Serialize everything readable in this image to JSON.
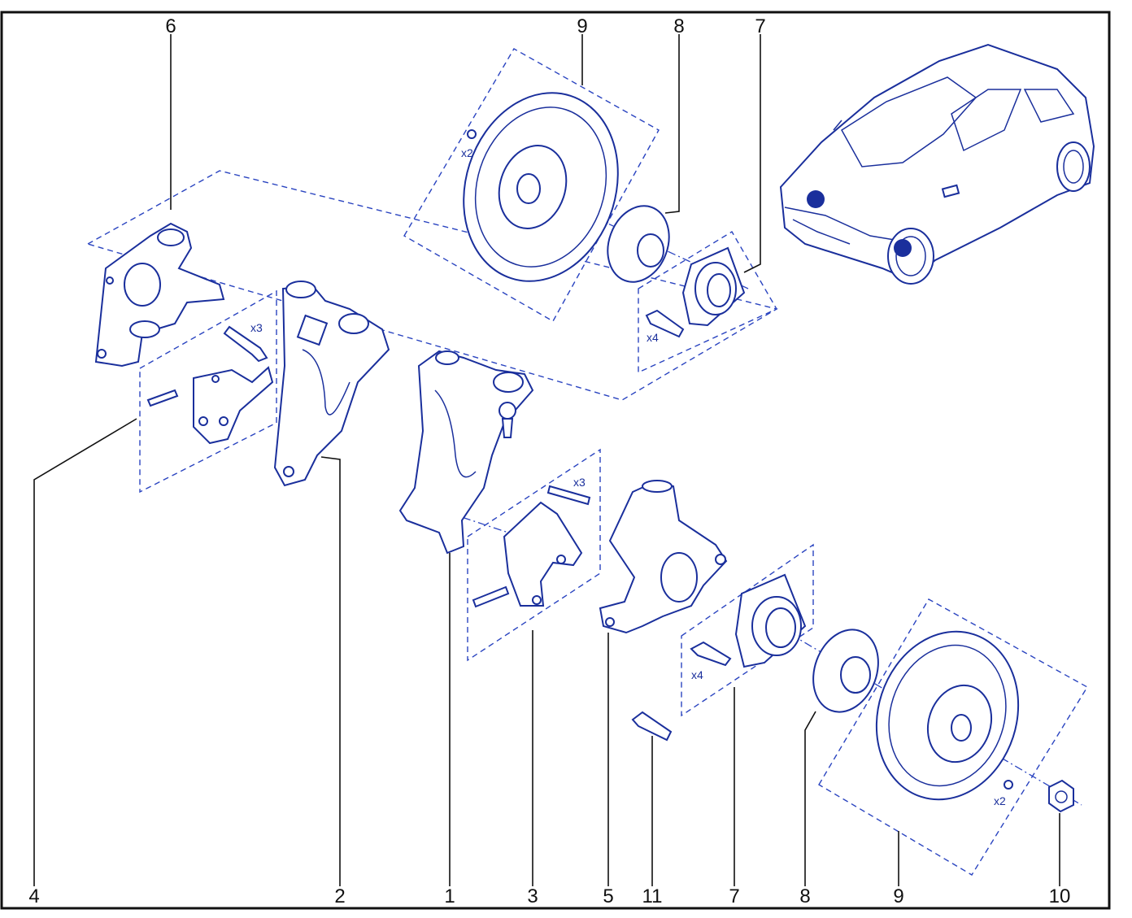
{
  "callouts": {
    "top_6": "6",
    "top_9": "9",
    "top_8": "8",
    "top_7": "7",
    "bottom_4": "4",
    "bottom_2": "2",
    "bottom_1": "1",
    "bottom_3": "3",
    "bottom_5": "5",
    "bottom_11": "11",
    "bottom_7": "7",
    "bottom_8": "8",
    "bottom_9": "9",
    "bottom_10": "10"
  },
  "quantities": {
    "disc_screw_top": "x2",
    "hub_bolts_top": "x4",
    "bracket_bolts_top": "x3",
    "bracket_bolts_center": "x3",
    "hub_bolts_bottom": "x4",
    "disc_screw_bottom": "x2"
  },
  "colors": {
    "line_art": "#1a2f9c",
    "dashed_group": "#2a44c0",
    "callout_text": "#111111",
    "frame": "#111111"
  }
}
